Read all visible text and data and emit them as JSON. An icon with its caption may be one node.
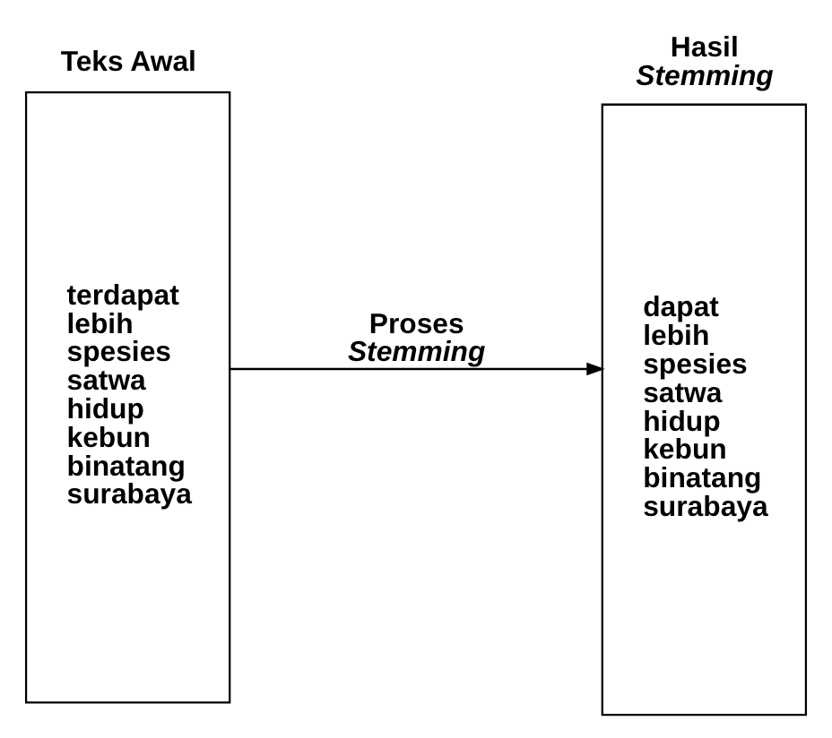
{
  "diagram": {
    "nodes": [
      {
        "text": [
          "Teks Awal",
          "terdapat lebih spesies satwa hidup kebun binatang surabaya"
        ]
      },
      {
        "text": [
          "Hasil *Stemming*",
          "dapat lebih spesies satwa hidup kebun binatang surabaya"
        ]
      }
    ],
    "edges": [
      {
        "from": 0,
        "to": 1,
        "arrow": "to",
        "label": "Proses *Stemming*"
      }
    ]
  }
}
